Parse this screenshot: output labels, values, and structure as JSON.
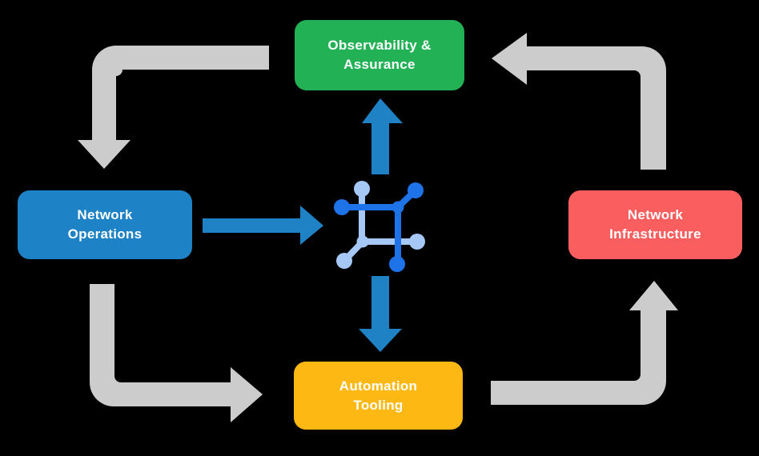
{
  "diagram": {
    "background_color": "#000000",
    "nodes": {
      "observability": {
        "label": "Observability &\nAssurance",
        "color": "#23B156",
        "text_color": "#FFFFFF"
      },
      "operations": {
        "label": "Network\nOperations",
        "color": "#1E82C6",
        "text_color": "#FFFFFF"
      },
      "infrastructure": {
        "label": "Network\nInfrastructure",
        "color": "#FB5E5E",
        "text_color": "#FFFFFF"
      },
      "automation": {
        "label": "Automation\nTooling",
        "color": "#FDB813",
        "text_color": "#FFFFFF"
      }
    },
    "colors": {
      "flow_arrow": "#CCCCCC",
      "io_arrow": "#1F82C5",
      "icon_dark_blue": "#1E73E8",
      "icon_light_blue": "#A5C8F7"
    },
    "center_icon": {
      "name": "network-node-icon"
    },
    "edges": [
      {
        "from": "observability",
        "to": "operations",
        "style": "gray-elbow"
      },
      {
        "from": "operations",
        "to": "automation",
        "style": "gray-elbow"
      },
      {
        "from": "automation",
        "to": "infrastructure",
        "style": "gray-elbow"
      },
      {
        "from": "infrastructure",
        "to": "observability",
        "style": "gray-elbow"
      },
      {
        "from": "operations",
        "to": "center-icon",
        "style": "blue-straight"
      },
      {
        "from": "center-icon",
        "to": "observability",
        "style": "blue-straight"
      },
      {
        "from": "center-icon",
        "to": "automation",
        "style": "blue-straight"
      }
    ]
  }
}
